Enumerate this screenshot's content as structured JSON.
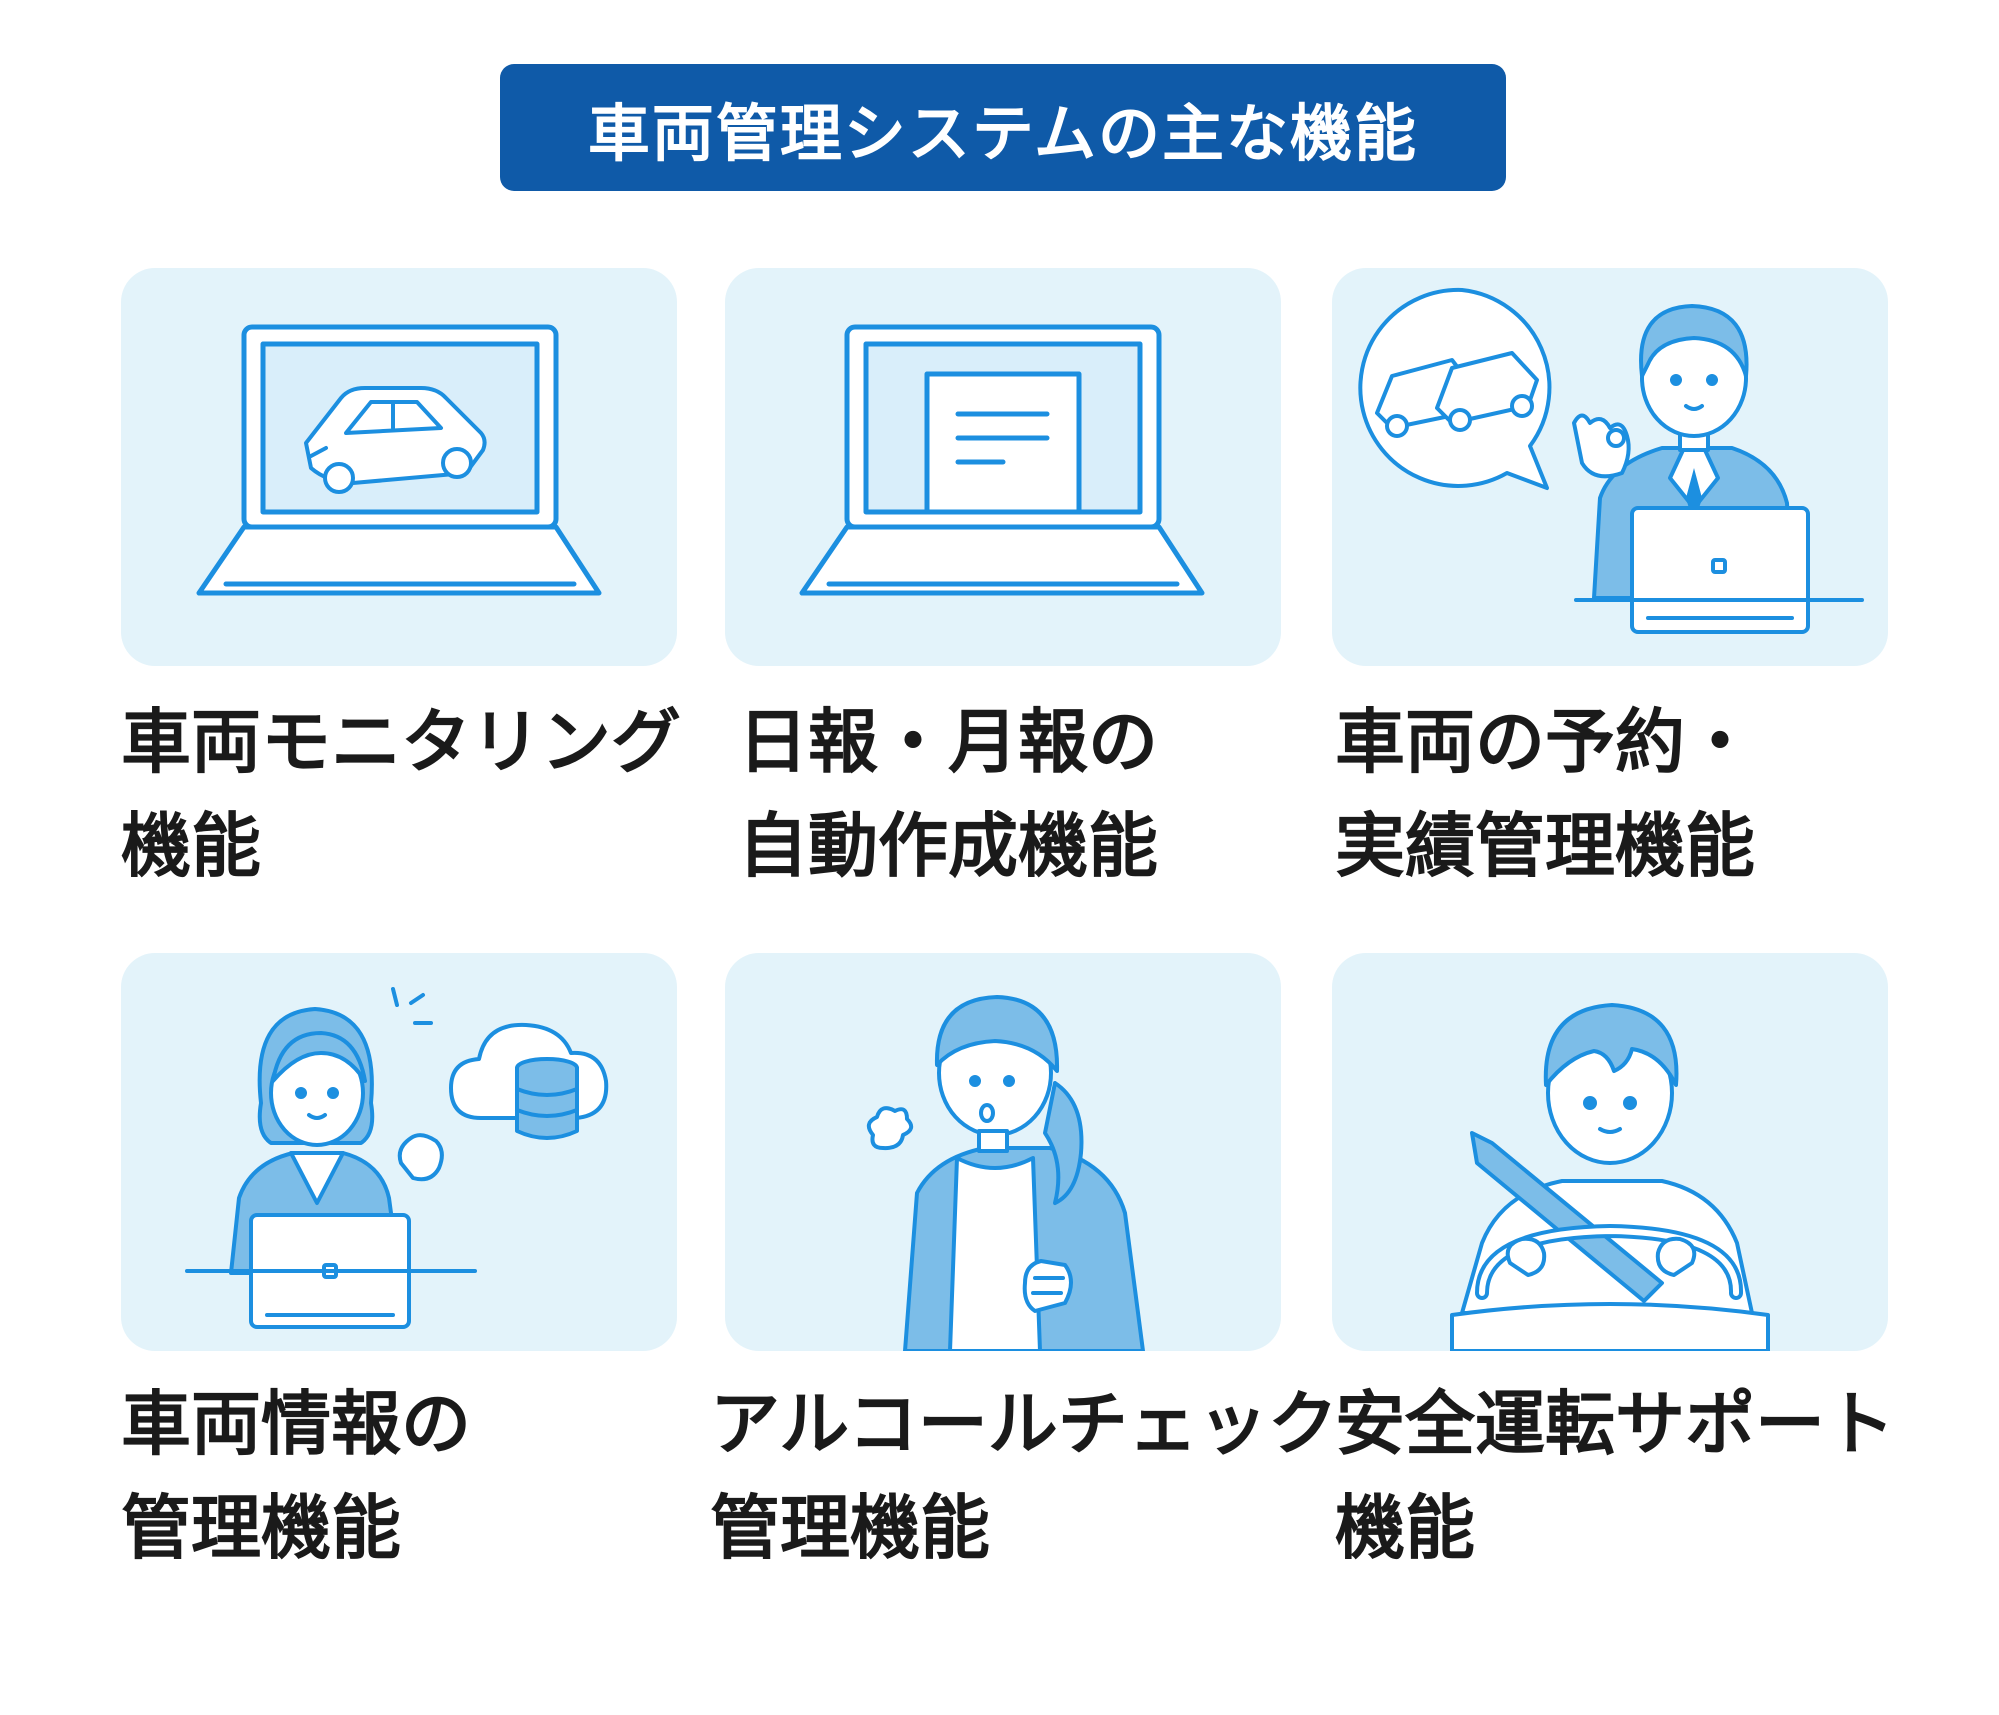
{
  "title": "車両管理システムの主な機能",
  "colors": {
    "banner": "#0f5aa8",
    "card_bg": "#e3f3fa",
    "line": "#1c8fe0",
    "fill_light": "#bfe3f7",
    "fill_mid": "#7cbde8",
    "text": "#1a1a1a"
  },
  "features": [
    {
      "icon": "laptop-car-icon",
      "lines": [
        "車両モニタリング",
        "機能"
      ]
    },
    {
      "icon": "laptop-document-icon",
      "lines": [
        "日報・月報の",
        "自動作成機能"
      ]
    },
    {
      "icon": "businessman-ok-cars-icon",
      "lines": [
        "車両の予約・",
        "実績管理機能"
      ]
    },
    {
      "icon": "woman-cloud-database-icon",
      "lines": [
        "車両情報の",
        "管理機能"
      ]
    },
    {
      "icon": "woman-breath-check-icon",
      "lines": [
        "アルコールチェック",
        "管理機能"
      ]
    },
    {
      "icon": "driver-seatbelt-icon",
      "lines": [
        "安全運転サポート",
        "機能"
      ]
    }
  ]
}
